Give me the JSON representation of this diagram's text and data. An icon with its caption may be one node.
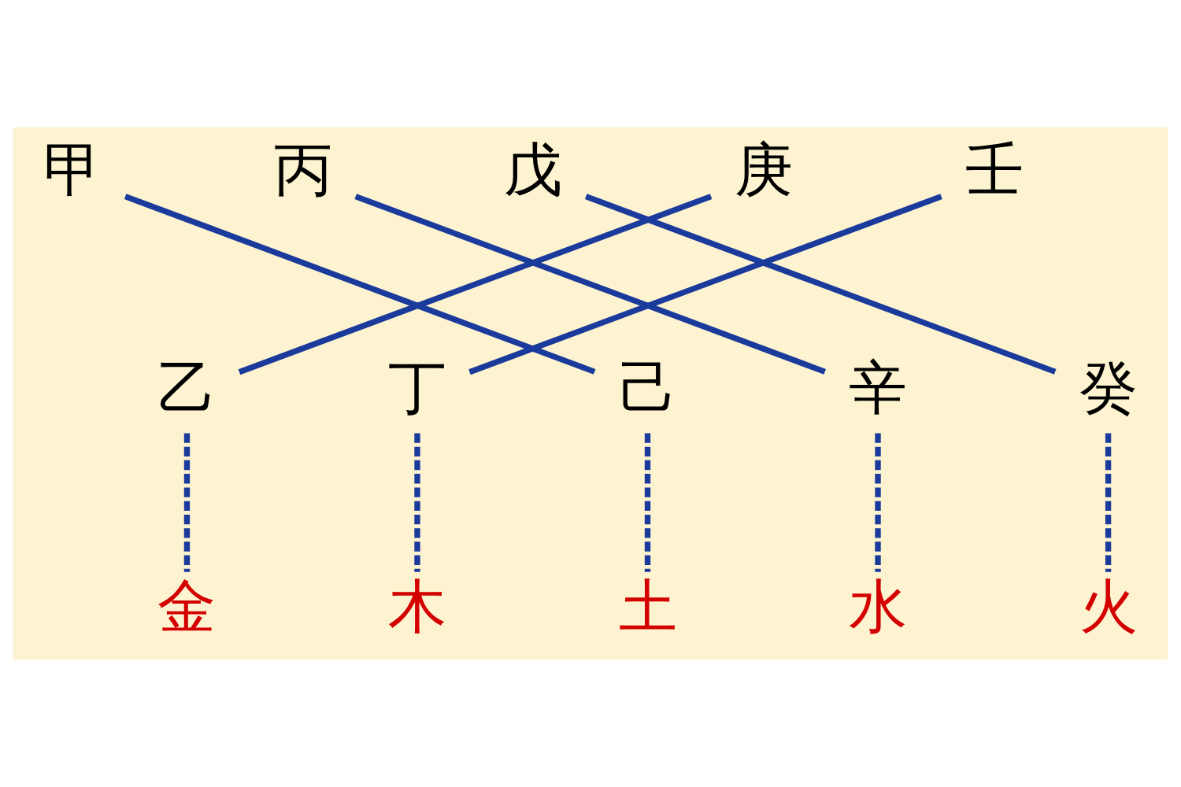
{
  "diagram": {
    "nodes": [
      {
        "text": [
          "甲"
        ]
      },
      {
        "text": [
          "丙"
        ]
      },
      {
        "text": [
          "戊"
        ]
      },
      {
        "text": [
          "庚"
        ]
      },
      {
        "text": [
          "壬"
        ]
      },
      {
        "text": [
          "乙"
        ]
      },
      {
        "text": [
          "丁"
        ]
      },
      {
        "text": [
          "己"
        ]
      },
      {
        "text": [
          "辛"
        ]
      },
      {
        "text": [
          "癸"
        ]
      },
      {
        "text": [
          "金"
        ]
      },
      {
        "text": [
          "木"
        ]
      },
      {
        "text": [
          "土"
        ]
      },
      {
        "text": [
          "水"
        ]
      },
      {
        "text": [
          "火"
        ]
      }
    ],
    "edges": [
      {
        "from": 0,
        "to": 7,
        "arrow": "none"
      },
      {
        "from": 1,
        "to": 8,
        "arrow": "none"
      },
      {
        "from": 2,
        "to": 9,
        "arrow": "none"
      },
      {
        "from": 3,
        "to": 5,
        "arrow": "none"
      },
      {
        "from": 4,
        "to": 6,
        "arrow": "none"
      },
      {
        "from": 5,
        "to": 10,
        "arrow": "none",
        "style": "dashed"
      },
      {
        "from": 6,
        "to": 11,
        "arrow": "none",
        "style": "dashed"
      },
      {
        "from": 7,
        "to": 12,
        "arrow": "none",
        "style": "dashed"
      },
      {
        "from": 8,
        "to": 13,
        "arrow": "none",
        "style": "dashed"
      },
      {
        "from": 9,
        "to": 14,
        "arrow": "none",
        "style": "dashed"
      }
    ]
  }
}
